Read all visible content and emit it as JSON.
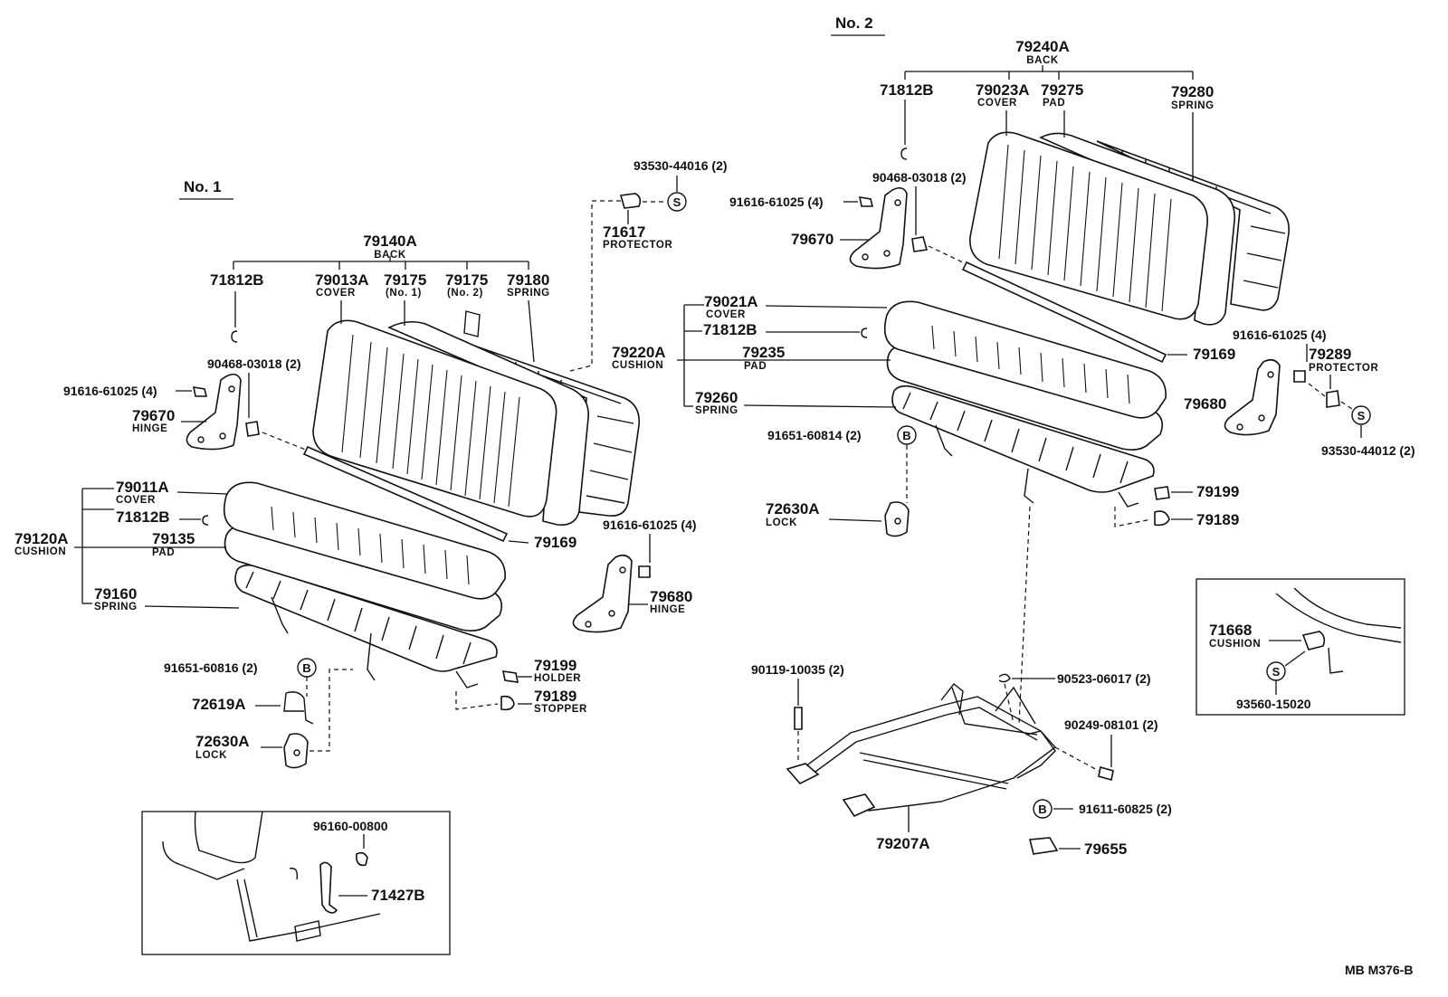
{
  "sections": {
    "no1": "No. 1",
    "no2": "No. 2"
  },
  "labels": {
    "n1_back_pn": "79140A",
    "n1_back_sub": "BACK",
    "n1_71812B": "71812B",
    "n1_cover_pn": "79013A",
    "n1_cover_sub": "COVER",
    "n1_79175a": "79175",
    "n1_79175a_sub": "(No. 1)",
    "n1_79175b": "79175",
    "n1_79175b_sub": "(No. 2)",
    "n1_spring_pn": "79180",
    "n1_spring_sub": "SPRING",
    "n1_93530": "93530-44016 (2)",
    "n1_protector_pn": "71617",
    "n1_protector_sub": "PROTECTOR",
    "n1_90468": "90468-03018 (2)",
    "n1_91616a": "91616-61025 (4)",
    "n1_hinge_pn": "79670",
    "n1_hinge_sub": "HINGE",
    "n1_c_cover_pn": "79011A",
    "n1_c_cover_sub": "COVER",
    "n1_c_71812B": "71812B",
    "n1_cushion_pn": "79120A",
    "n1_cushion_sub": "CUSHION",
    "n1_pad_pn": "79135",
    "n1_pad_sub": "PAD",
    "n1_c_spring_pn": "79160",
    "n1_c_spring_sub": "SPRING",
    "n1_79169": "79169",
    "n1_91616b": "91616-61025 (4)",
    "n1_hinge2_pn": "79680",
    "n1_hinge2_sub": "HINGE",
    "n1_91651": "91651-60816 (2)",
    "n1_holder_pn": "79199",
    "n1_holder_sub": "HOLDER",
    "n1_stopper_pn": "79189",
    "n1_stopper_sub": "STOPPER",
    "n1_72619A": "72619A",
    "n1_lock_pn": "72630A",
    "n1_lock_sub": "LOCK",
    "n1_96160": "96160-00800",
    "n1_71427B": "71427B",
    "n2_back_pn": "79240A",
    "n2_back_sub": "BACK",
    "n2_71812B": "71812B",
    "n2_cover_pn": "79023A",
    "n2_cover_sub": "COVER",
    "n2_pad_pn": "79275",
    "n2_pad_sub": "PAD",
    "n2_spring_pn": "79280",
    "n2_spring_sub": "SPRING",
    "n2_90468": "90468-03018 (2)",
    "n2_91616a": "91616-61025 (4)",
    "n2_79670": "79670",
    "n2_c_cover_pn": "79021A",
    "n2_c_cover_sub": "COVER",
    "n2_c_71812B": "71812B",
    "n2_cushion_pn": "79220A",
    "n2_cushion_sub": "CUSHION",
    "n2_c_pad_pn": "79235",
    "n2_c_pad_sub": "PAD",
    "n2_c_spring_pn": "79260",
    "n2_c_spring_sub": "SPRING",
    "n2_79169": "79169",
    "n2_91616b": "91616-61025 (4)",
    "n2_protector_pn": "79289",
    "n2_protector_sub": "PROTECTOR",
    "n2_79680": "79680",
    "n2_93530": "93530-44012 (2)",
    "n2_91651": "91651-60814 (2)",
    "n2_lock_pn": "72630A",
    "n2_lock_sub": "LOCK",
    "n2_79199": "79199",
    "n2_79189": "79189",
    "n2_71668_pn": "71668",
    "n2_71668_sub": "CUSHION",
    "n2_93560": "93560-15020",
    "n2_90119": "90119-10035 (2)",
    "n2_90523": "90523-06017 (2)",
    "n2_90249": "90249-08101 (2)",
    "n2_79207A": "79207A",
    "n2_91611": "91611-60825 (2)",
    "n2_79655": "79655"
  },
  "markers": {
    "s": "S",
    "b": "B"
  },
  "footer": {
    "code": "MB  M376-B"
  }
}
